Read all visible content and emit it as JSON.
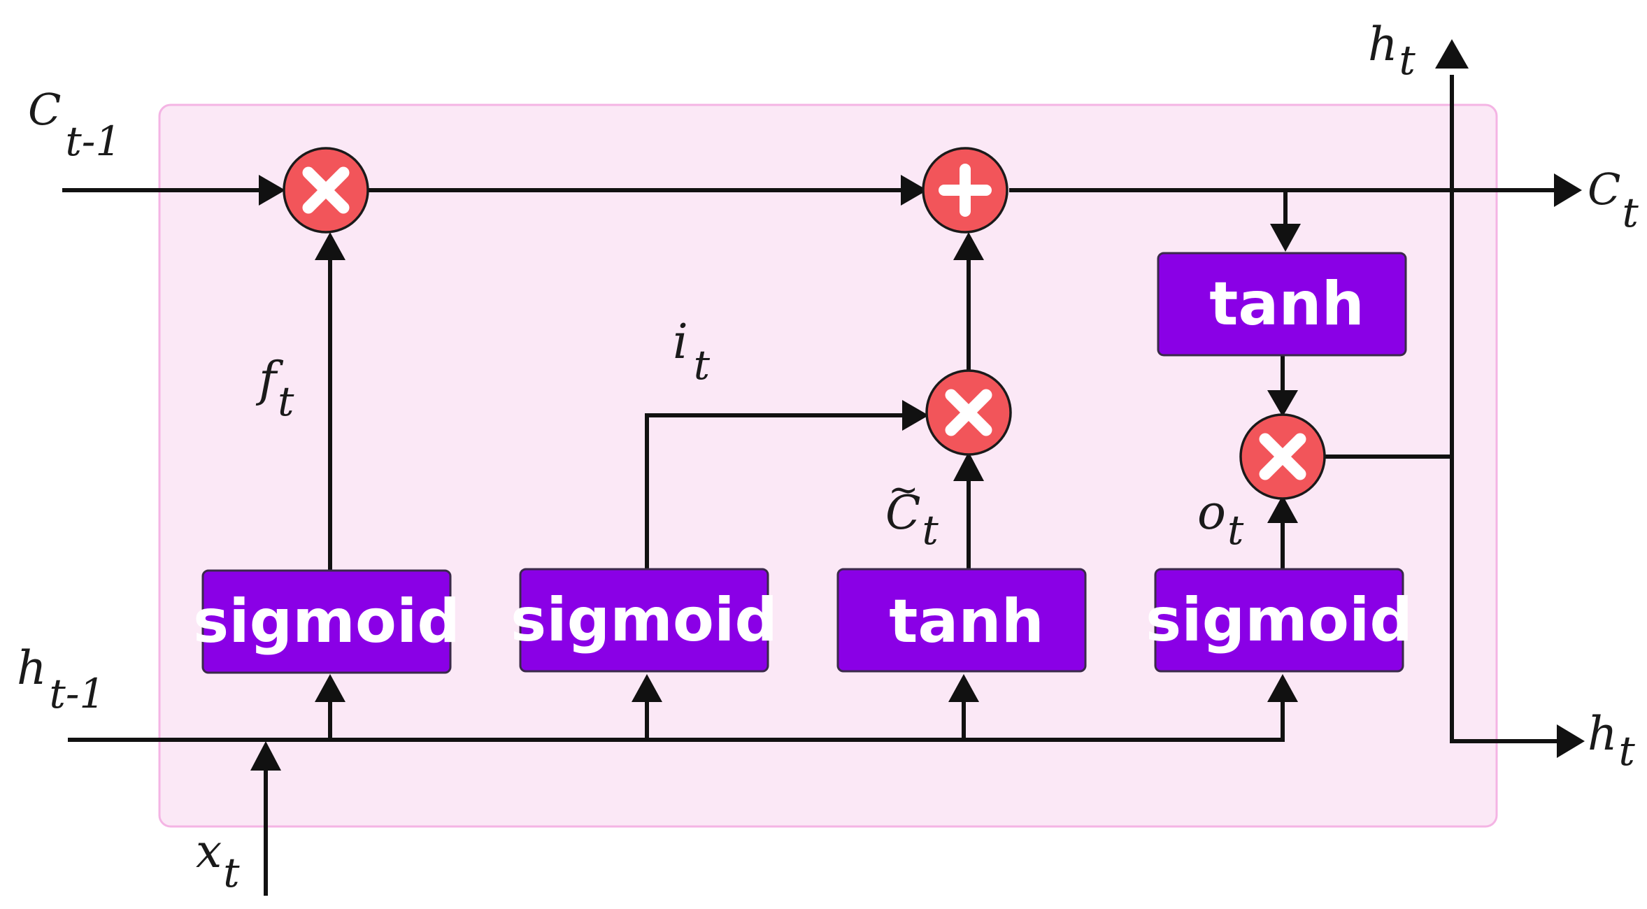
{
  "colors": {
    "cell_fill": "#fbe8f6",
    "cell_border": "#f4b4e4",
    "box_fill": "#8a00e6",
    "operator_fill": "#f2555a",
    "line": "#111111"
  },
  "gates": {
    "forget": "sigmoid",
    "input": "sigmoid",
    "candidate": "tanh",
    "output": "sigmoid",
    "cell_activation": "tanh"
  },
  "operators": {
    "forget_multiply": "multiply",
    "cell_add": "add",
    "input_multiply": "multiply",
    "output_multiply": "multiply"
  },
  "variables": {
    "c_prev": {
      "base": "C",
      "sub": "t-1"
    },
    "c_out": {
      "base": "C",
      "sub": "t"
    },
    "h_prev": {
      "base": "h",
      "sub": "t-1"
    },
    "h_out_top": {
      "base": "h",
      "sub": "t"
    },
    "h_out_right": {
      "base": "h",
      "sub": "t"
    },
    "x_in": {
      "base": "x",
      "sub": "t"
    },
    "forget_gate": {
      "base": "f",
      "sub": "t"
    },
    "input_gate": {
      "base": "i",
      "sub": "t"
    },
    "candidate": {
      "base": "C",
      "sub": "t",
      "accent": "~"
    },
    "output_gate": {
      "base": "o",
      "sub": "t"
    }
  }
}
